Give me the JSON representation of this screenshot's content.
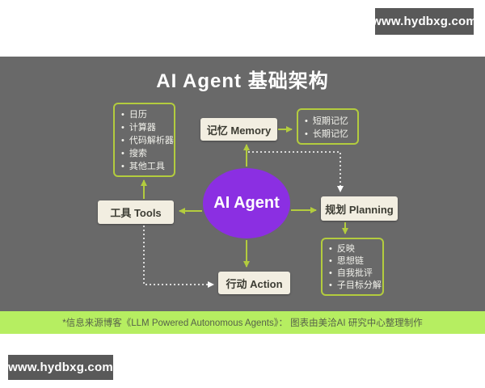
{
  "page": {
    "watermark_top": "www.hydbxg.com",
    "watermark_bottom": "www.hydbxg.com"
  },
  "diagram": {
    "title": "AI Agent 基础架构",
    "center_node": "AI Agent",
    "nodes": {
      "memory": "记忆 Memory",
      "tools": "工具 Tools",
      "planning": "规划 Planning",
      "action": "行动 Action"
    },
    "tool_items": [
      "日历",
      "计算器",
      "代码解析器",
      "搜索",
      "其他工具"
    ],
    "memory_items": [
      "短期记忆",
      "长期记忆"
    ],
    "planning_items": [
      "反映",
      "思想链",
      "自我批评",
      "子目标分解"
    ],
    "footnote": "*信息来源博客《LLM Powered Autonomous Agents》： 图表由美洽AI 研究中心整理制作",
    "colors": {
      "panel_bg": "#696969",
      "node_bg": "#f2eee1",
      "node_text": "#3c3c33",
      "accent_green": "#b3cc3e",
      "agent_purple": "#8b2fe2",
      "footer_bg": "#b6ee61",
      "watermark_bg": "#595959",
      "dotted_connector": "#ffffff"
    }
  }
}
